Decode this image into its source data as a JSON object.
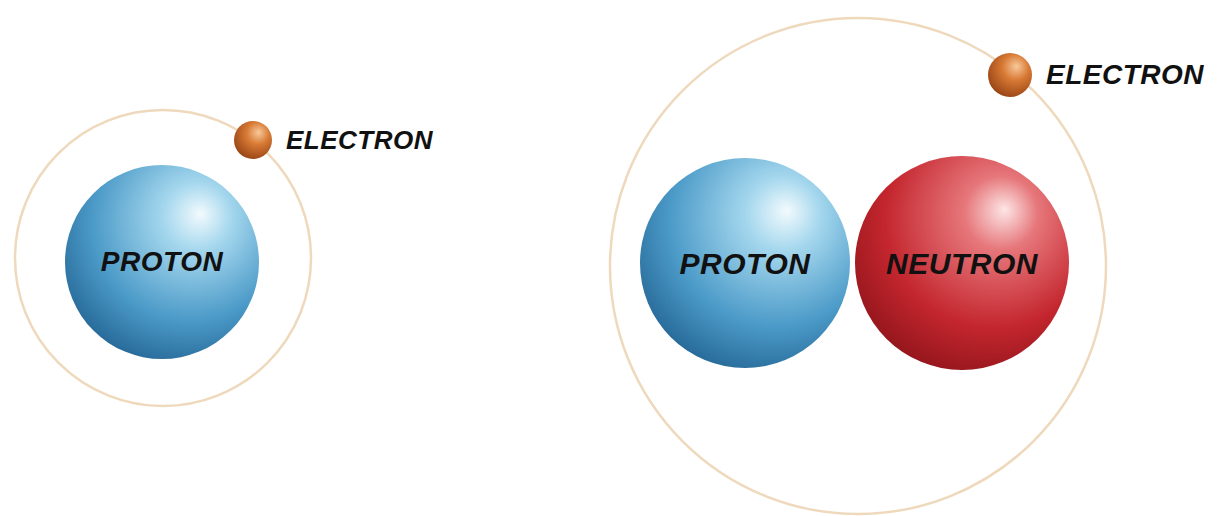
{
  "diagram": {
    "nodes": [
      {
        "text": [
          "PROTON"
        ]
      },
      {
        "text": [
          "ELECTRON"
        ]
      },
      {
        "text": [
          "PROTON"
        ]
      },
      {
        "text": [
          "NEUTRON"
        ]
      },
      {
        "text": [
          "ELECTRON"
        ]
      }
    ]
  }
}
